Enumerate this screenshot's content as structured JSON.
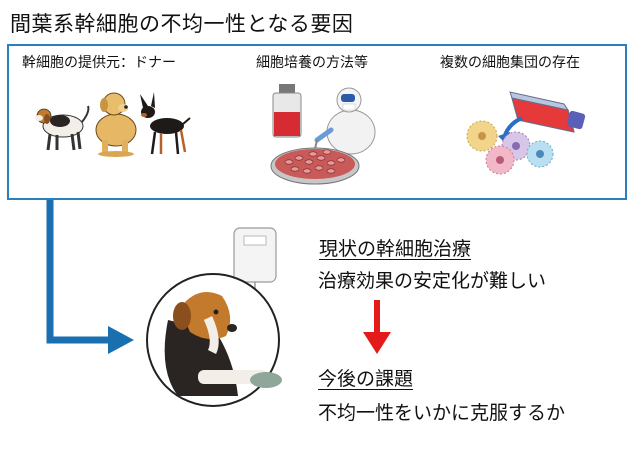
{
  "title": "間葉系幹細胞の不均一性となる要因",
  "factors": [
    {
      "label": "幹細胞の提供元：ドナー",
      "illustration": "three-dogs"
    },
    {
      "label": "細胞培養の方法等",
      "illustration": "researcher-with-petri-dish"
    },
    {
      "label": "複数の細胞集団の存在",
      "illustration": "flask-and-cell-clusters"
    }
  ],
  "current_status": {
    "heading": "現状の幹細胞治療",
    "text": "治療効果の安定化が難しい"
  },
  "challenge": {
    "heading": "今後の課題",
    "text": "不均一性をいかに克服するか"
  },
  "colors": {
    "box_border": "#2b7fbe",
    "flow_arrow": "#1a6fb0",
    "down_arrow": "#e31b1b"
  }
}
